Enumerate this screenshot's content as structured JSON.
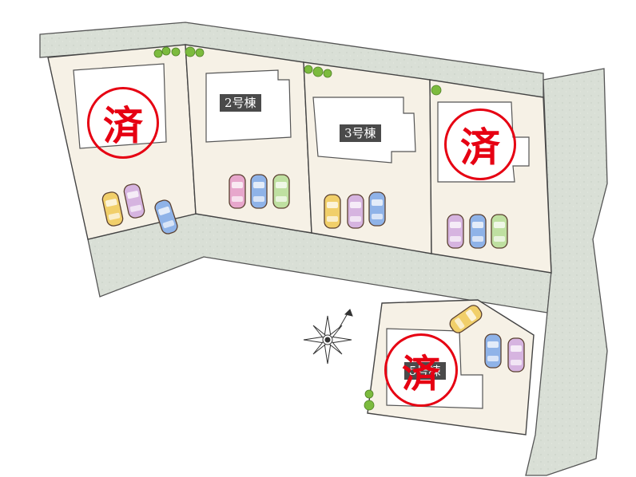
{
  "map": {
    "lots": [
      {
        "id": "lot-1",
        "label": "",
        "sold": true
      },
      {
        "id": "lot-2",
        "label": "2号棟",
        "sold": false
      },
      {
        "id": "lot-3",
        "label": "3号棟",
        "sold": false
      },
      {
        "id": "lot-4",
        "label": "",
        "sold": true
      },
      {
        "id": "lot-5",
        "label": "5号棟",
        "sold": true
      }
    ],
    "sold_mark": "済",
    "colors": {
      "road": "#d9dfd6",
      "lot": "#f6f1e6",
      "line": "#444444",
      "sold": "#e60012",
      "tree": "#7cbb3e",
      "label_bg": "#4a4a4a"
    }
  }
}
